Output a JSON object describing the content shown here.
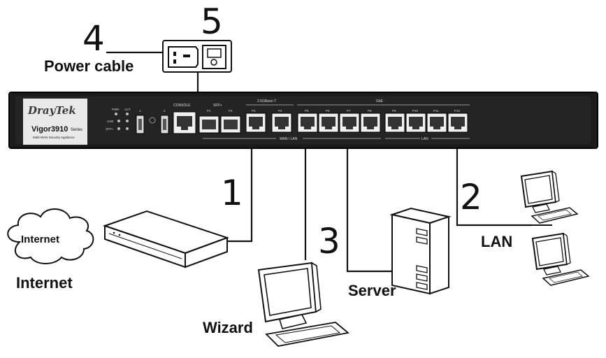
{
  "callouts": {
    "n1": "1",
    "n2": "2",
    "n3": "3",
    "n4": "4",
    "n5": "5"
  },
  "labels": {
    "power_cable": "Power cable",
    "internet_cloud": "Internet",
    "internet": "Internet",
    "lan": "LAN",
    "server": "Server",
    "wizard": "Wizard"
  },
  "router": {
    "brand": "DrayTek",
    "model": "Vigor3910",
    "model_suffix": "Series",
    "tagline": "Multi-WAN Security Appliance",
    "led_pwr": "PWR",
    "led_act": "ACT",
    "led_usb": "USB",
    "led_sfp": "SFP+",
    "console": "CONSOLE",
    "sfp_group": "SFP+",
    "p1": "P1",
    "p2": "P2",
    "speed_group": "2.5GBase-T",
    "p3": "P3",
    "p4": "P4",
    "gbe_group": "GbE",
    "p5": "P5",
    "p6": "P6",
    "p7": "P7",
    "p8": "P8",
    "p9": "P9",
    "p10": "P10",
    "p11": "P11",
    "p12": "P12",
    "wan_lan": "WAN / LAN",
    "lan_zone": "LAN",
    "usb1": "1",
    "usb2": "2"
  }
}
